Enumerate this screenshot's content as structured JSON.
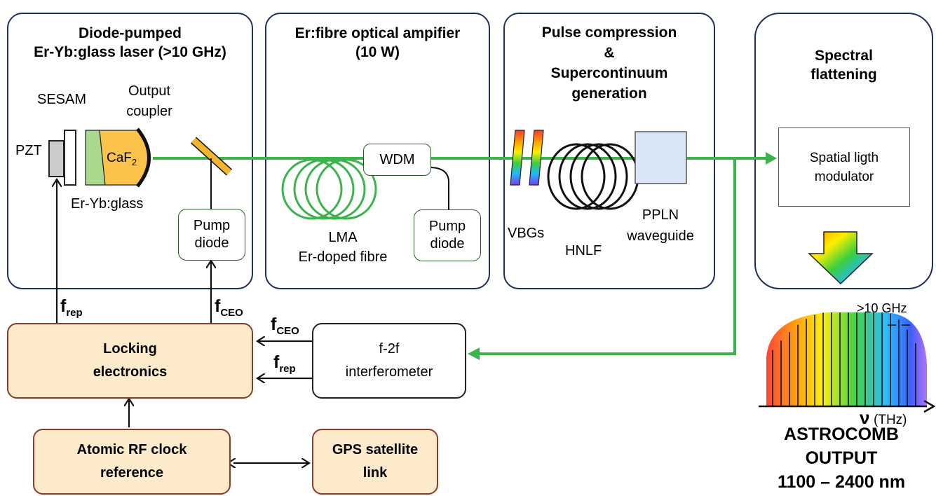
{
  "panels": {
    "laser": {
      "title_line1": "Diode-pumped",
      "title_line2": "Er-Yb:glass laser (>10 GHz)"
    },
    "amplifier": {
      "title_line1": "Er:fibre optical ampifier",
      "title_line2": "(10 W)"
    },
    "compression": {
      "title_line1": "Pulse compression",
      "title_line2": "&",
      "title_line3": "Supercontinuum",
      "title_line4": "generation"
    },
    "flattening": {
      "title_line1": "Spectral",
      "title_line2": "flattening"
    }
  },
  "laser_components": {
    "sesam": "SESAM",
    "output_coupler_line1": "Output",
    "output_coupler_line2": "coupler",
    "pzt": "PZT",
    "caf2_base": "CaF",
    "caf2_sub": "2",
    "er_yb_glass": "Er-Yb:glass",
    "pump_diode_line1": "Pump",
    "pump_diode_line2": "diode"
  },
  "amplifier_components": {
    "wdm": "WDM",
    "lma_line1": "LMA",
    "lma_line2": "Er-doped fibre",
    "pump_diode_line1": "Pump",
    "pump_diode_line2": "diode"
  },
  "compression_components": {
    "vbgs": "VBGs",
    "hnlf": "HNLF",
    "ppln_line1": "PPLN",
    "ppln_line2": "waveguide"
  },
  "flattening_components": {
    "slm_line1": "Spatial ligth",
    "slm_line2": "modulator"
  },
  "control": {
    "locking_line1": "Locking",
    "locking_line2": "electronics",
    "interferometer_line1": "f-2f",
    "interferometer_line2": "interferometer",
    "clock_line1": "Atomic RF clock",
    "clock_line2": "reference",
    "gps_line1": "GPS satellite",
    "gps_line2": "link"
  },
  "signals": {
    "f": "f",
    "rep": "rep",
    "ceo": "CEO"
  },
  "output": {
    "spacing": ">10 GHz",
    "nu": "ν",
    "unit": "(THz)",
    "line1": "ASTROCOMB",
    "line2": "OUTPUT",
    "line3": "1100 – 2400 nm"
  },
  "colors": {
    "beam": "#3cb44b",
    "panel_border": "#1f2e5c",
    "control_fill": "#fdeacb",
    "control_border": "#8a3b2b",
    "fibre": "#3cb44b"
  }
}
